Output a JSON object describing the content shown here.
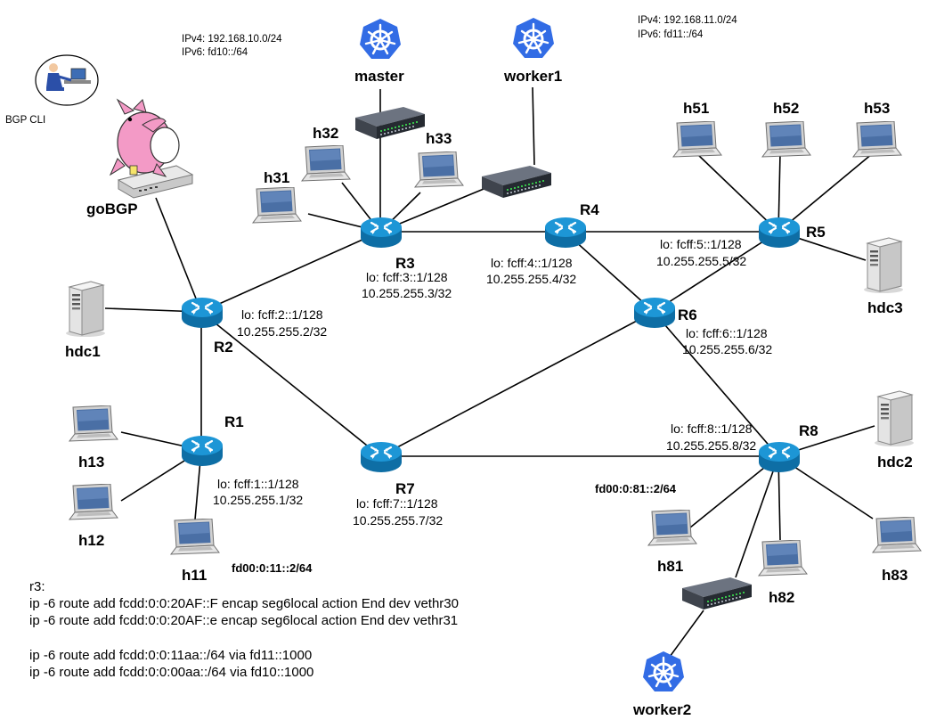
{
  "colors": {
    "router": "#1d96d6",
    "router_dark": "#0e6ea5",
    "k8s": "#326ce5",
    "bgp_pink": "#f39ac6"
  },
  "annotations": {
    "net_master_v4": "IPv4: 192.168.10.0/24",
    "net_master_v6": "IPv6: fd10::/64",
    "net_worker_v4": "IPv4: 192.168.11.0/24",
    "net_worker_v6": "IPv6: fd11::/64",
    "bgp_cli": "BGP CLI",
    "gobgp": "goBGP",
    "fd_r1": "fd00:0:11::2/64",
    "fd_r8": "fd00:0:81::2/64"
  },
  "routers": {
    "r1": {
      "name": "R1",
      "lo": "lo: fcff:1::1/128",
      "ipv4": "10.255.255.1/32"
    },
    "r2": {
      "name": "R2",
      "lo": "lo: fcff:2::1/128",
      "ipv4": "10.255.255.2/32"
    },
    "r3": {
      "name": "R3",
      "lo": "lo: fcff:3::1/128",
      "ipv4": "10.255.255.3/32"
    },
    "r4": {
      "name": "R4",
      "lo": "lo: fcff:4::1/128",
      "ipv4": "10.255.255.4/32"
    },
    "r5": {
      "name": "R5",
      "lo": "lo: fcff:5::1/128",
      "ipv4": "10.255.255.5/32"
    },
    "r6": {
      "name": "R6",
      "lo": "lo: fcff:6::1/128",
      "ipv4": "10.255.255.6/32"
    },
    "r7": {
      "name": "R7",
      "lo": "lo: fcff:7::1/128",
      "ipv4": "10.255.255.7/32"
    },
    "r8": {
      "name": "R8",
      "lo": "lo: fcff:8::1/128",
      "ipv4": "10.255.255.8/32"
    }
  },
  "hosts": {
    "h11": "h11",
    "h12": "h12",
    "h13": "h13",
    "h31": "h31",
    "h32": "h32",
    "h33": "h33",
    "h51": "h51",
    "h52": "h52",
    "h53": "h53",
    "h81": "h81",
    "h82": "h82",
    "h83": "h83"
  },
  "servers": {
    "hdc1": "hdc1",
    "hdc2": "hdc2",
    "hdc3": "hdc3"
  },
  "k8s_nodes": {
    "master": "master",
    "worker1": "worker1",
    "worker2": "worker2"
  },
  "commands": {
    "title": "r3:",
    "lines": [
      "ip -6 route add fcdd:0:0:20AF::F encap seg6local action End dev vethr30",
      "ip -6 route add fcdd:0:0:20AF::e encap seg6local action End dev vethr31",
      "",
      "ip -6 route add fcdd:0:0:11aa::/64 via fd11::1000",
      "ip -6 route add fcdd:0:0:00aa::/64 via fd10::1000"
    ]
  }
}
